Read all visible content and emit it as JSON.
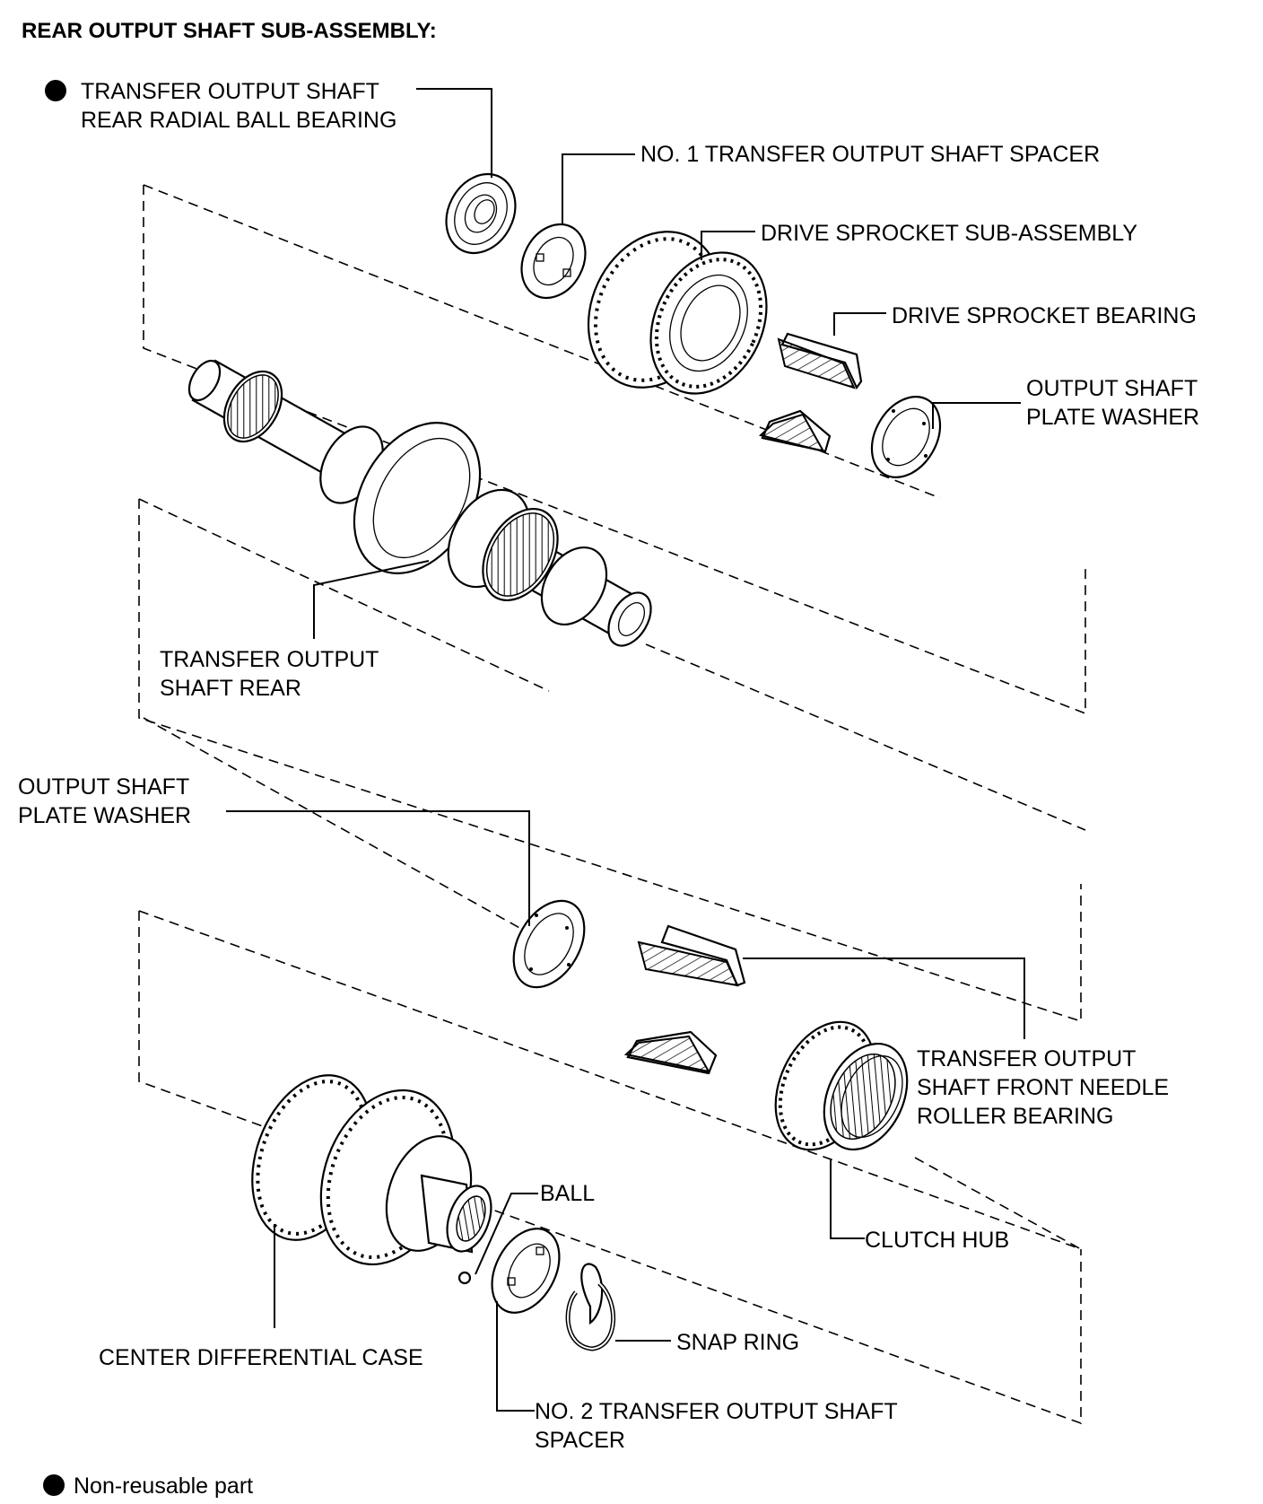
{
  "title": "REAR OUTPUT SHAFT SUB-ASSEMBLY:",
  "labels": {
    "rear_bearing_1": "TRANSFER OUTPUT SHAFT",
    "rear_bearing_2": "REAR RADIAL BALL BEARING",
    "spacer_no1": "NO. 1 TRANSFER OUTPUT SHAFT SPACER",
    "drive_sprocket": "DRIVE SPROCKET SUB-ASSEMBLY",
    "drive_sprocket_bearing": "DRIVE SPROCKET BEARING",
    "plate_washer_top_1": "OUTPUT SHAFT",
    "plate_washer_top_2": "PLATE WASHER",
    "shaft_rear_1": "TRANSFER OUTPUT",
    "shaft_rear_2": "SHAFT REAR",
    "plate_washer_mid_1": "OUTPUT SHAFT",
    "plate_washer_mid_2": "PLATE WASHER",
    "needle_bearing_1": "TRANSFER OUTPUT",
    "needle_bearing_2": "SHAFT FRONT NEEDLE",
    "needle_bearing_3": "ROLLER BEARING",
    "ball": "BALL",
    "clutch_hub": "CLUTCH HUB",
    "snap_ring": "SNAP RING",
    "center_diff": "CENTER DIFFERENTIAL CASE",
    "spacer_no2_1": "NO. 2 TRANSFER OUTPUT SHAFT",
    "spacer_no2_2": "SPACER"
  },
  "legend": {
    "text": "Non-reusable part",
    "marker": "filled-circle-icon"
  },
  "colors": {
    "ink": "#000000",
    "paper": "#ffffff"
  }
}
